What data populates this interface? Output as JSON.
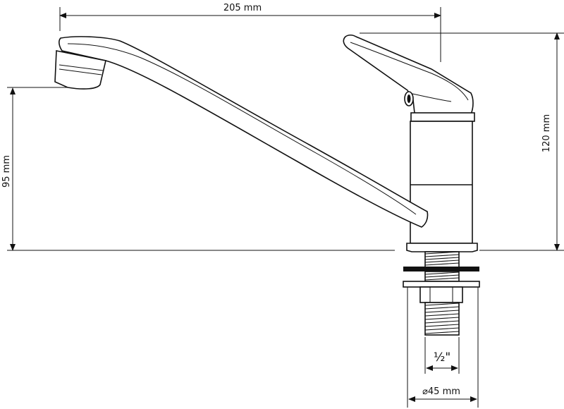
{
  "dimensions": {
    "width_label": "205 mm",
    "spout_height_label": "95 mm",
    "total_height_label": "120 mm",
    "thread_label": "½\"",
    "base_diameter_label": "⌀45 mm"
  }
}
